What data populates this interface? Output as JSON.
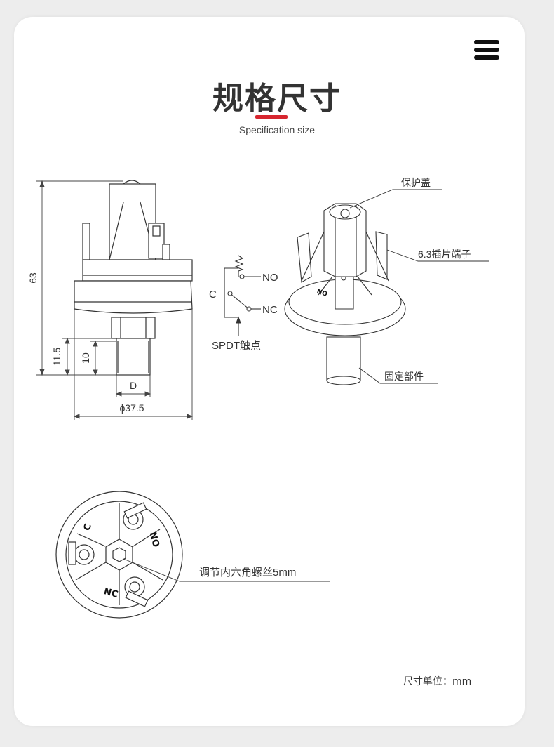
{
  "header": {
    "title": "规格尺寸",
    "subtitle": "Specification size"
  },
  "side_view": {
    "height_label": "63",
    "thread_length_label": "11.5",
    "thread_engage_label": "10",
    "thread_diameter_label": "D",
    "body_diameter_label": "ϕ37.5"
  },
  "schematic": {
    "no_label": "NO",
    "c_label": "C",
    "nc_label": "NC",
    "caption": "SPDT触点"
  },
  "perspective_view": {
    "cap_label": "保护盖",
    "terminal_label": "6.3插片端子",
    "fitting_label": "固定部件",
    "body_marking": "NO"
  },
  "bottom_view": {
    "c_marking": "C",
    "no_marking": "NO",
    "nc_marking": "NC",
    "hex_label": "调节内六角螺丝5mm"
  },
  "footer": {
    "unit_note": "尺寸单位：mm"
  }
}
